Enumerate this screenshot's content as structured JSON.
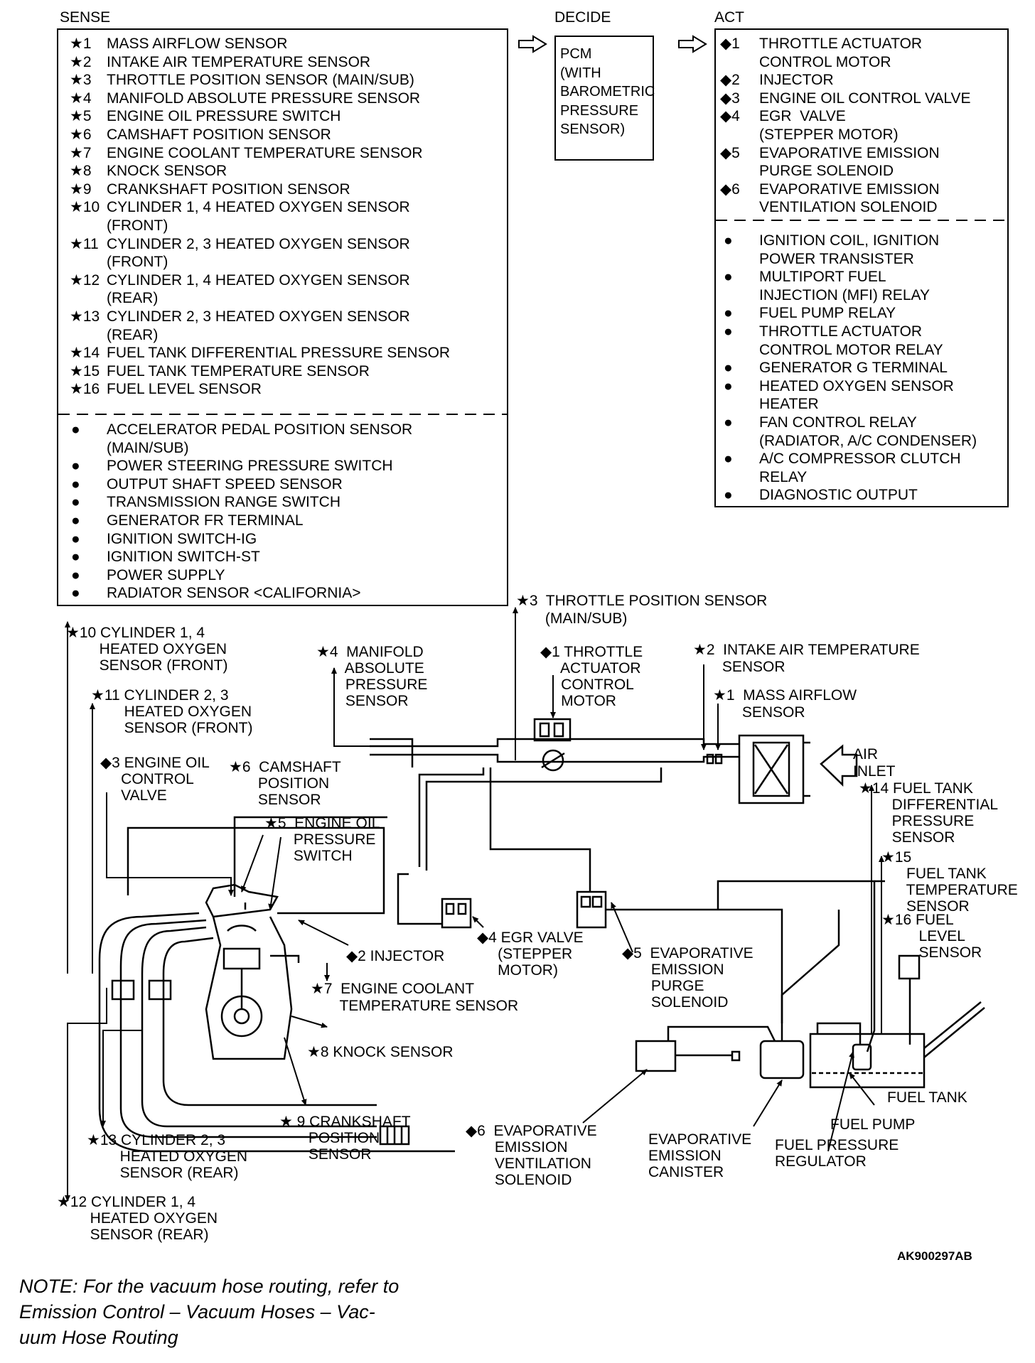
{
  "headers": {
    "sense": "SENSE",
    "decide": "DECIDE",
    "act": "ACT"
  },
  "sense_items": [
    {
      "mark": "★1",
      "text": "MASS AIRFLOW SENSOR"
    },
    {
      "mark": "★2",
      "text": "INTAKE AIR TEMPERATURE SENSOR"
    },
    {
      "mark": "★3",
      "text": "THROTTLE POSITION SENSOR (MAIN/SUB)"
    },
    {
      "mark": "★4",
      "text": "MANIFOLD ABSOLUTE PRESSURE SENSOR"
    },
    {
      "mark": "★5",
      "text": "ENGINE OIL PRESSURE SWITCH"
    },
    {
      "mark": "★6",
      "text": "CAMSHAFT POSITION SENSOR"
    },
    {
      "mark": "★7",
      "text": "ENGINE COOLANT TEMPERATURE SENSOR"
    },
    {
      "mark": "★8",
      "text": "KNOCK SENSOR"
    },
    {
      "mark": "★9",
      "text": "CRANKSHAFT POSITION SENSOR"
    },
    {
      "mark": "★10",
      "text": "CYLINDER 1, 4 HEATED OXYGEN SENSOR\n(FRONT)"
    },
    {
      "mark": "★11",
      "text": "CYLINDER 2, 3 HEATED OXYGEN SENSOR\n(FRONT)"
    },
    {
      "mark": "★12",
      "text": "CYLINDER 1, 4 HEATED OXYGEN SENSOR\n(REAR)"
    },
    {
      "mark": "★13",
      "text": "CYLINDER 2, 3 HEATED OXYGEN SENSOR\n(REAR)"
    },
    {
      "mark": "★14",
      "text": "FUEL TANK DIFFERENTIAL PRESSURE SENSOR"
    },
    {
      "mark": "★15",
      "text": "FUEL TANK TEMPERATURE SENSOR"
    },
    {
      "mark": "★16",
      "text": "FUEL LEVEL SENSOR"
    }
  ],
  "sense_other": [
    {
      "mark": "●",
      "text": "ACCELERATOR PEDAL POSITION SENSOR\n(MAIN/SUB)"
    },
    {
      "mark": "●",
      "text": "POWER STEERING PRESSURE SWITCH"
    },
    {
      "mark": "●",
      "text": "OUTPUT SHAFT SPEED SENSOR"
    },
    {
      "mark": "●",
      "text": "TRANSMISSION RANGE SWITCH"
    },
    {
      "mark": "●",
      "text": "GENERATOR FR TERMINAL"
    },
    {
      "mark": "●",
      "text": "IGNITION SWITCH-IG"
    },
    {
      "mark": "●",
      "text": "IGNITION SWITCH-ST"
    },
    {
      "mark": "●",
      "text": "POWER SUPPLY"
    },
    {
      "mark": "●",
      "text": "RADIATOR SENSOR <CALIFORNIA>"
    }
  ],
  "decide_text": "PCM\n(WITH\nBAROMETRIC\nPRESSURE\nSENSOR)",
  "act_items": [
    {
      "mark": "◆1",
      "text": "THROTTLE ACTUATOR\nCONTROL MOTOR"
    },
    {
      "mark": "◆2",
      "text": "INJECTOR"
    },
    {
      "mark": "◆3",
      "text": "ENGINE OIL CONTROL VALVE"
    },
    {
      "mark": "◆4",
      "text": "EGR  VALVE\n(STEPPER MOTOR)"
    },
    {
      "mark": "◆5",
      "text": "EVAPORATIVE EMISSION\nPURGE SOLENOID"
    },
    {
      "mark": "◆6",
      "text": "EVAPORATIVE EMISSION\nVENTILATION SOLENOID"
    }
  ],
  "act_other": [
    {
      "mark": "●",
      "text": "IGNITION COIL, IGNITION\nPOWER TRANSISTER"
    },
    {
      "mark": "●",
      "text": "MULTIPORT FUEL\nINJECTION (MFI) RELAY"
    },
    {
      "mark": "●",
      "text": "FUEL PUMP RELAY"
    },
    {
      "mark": "●",
      "text": "THROTTLE ACTUATOR\nCONTROL MOTOR RELAY"
    },
    {
      "mark": "●",
      "text": "GENERATOR G TERMINAL"
    },
    {
      "mark": "●",
      "text": "HEATED OXYGEN SENSOR\nHEATER"
    },
    {
      "mark": "●",
      "text": "FAN CONTROL RELAY\n(RADIATOR, A/C CONDENSER)"
    },
    {
      "mark": "●",
      "text": "A/C COMPRESSOR CLUTCH\nRELAY"
    },
    {
      "mark": "●",
      "text": "DIAGNOSTIC OUTPUT"
    }
  ],
  "labels": {
    "tps": "★3  THROTTLE POSITION SENSOR\n       (MAIN/SUB)",
    "throttle_motor": "◆1 THROTTLE\n     ACTUATOR\n     CONTROL\n     MOTOR",
    "iat": "★2  INTAKE AIR TEMPERATURE\n       SENSOR",
    "maf": "★1  MASS AIRFLOW\n       SENSOR",
    "map": "★4  MANIFOLD\n       ABSOLUTE\n       PRESSURE\n       SENSOR",
    "air_inlet": "AIR\nINLET",
    "o2_10": "★10 CYLINDER 1, 4\n        HEATED OXYGEN\n        SENSOR (FRONT)",
    "o2_11": "★11 CYLINDER 2, 3\n        HEATED OXYGEN\n        SENSOR (FRONT)",
    "ocv": "◆3 ENGINE OIL\n     CONTROL\n     VALVE",
    "cmp": "★6  CAMSHAFT\n       POSITION\n       SENSOR",
    "oil_sw": "★5  ENGINE OIL\n       PRESSURE\n       SWITCH",
    "ftdp": "★14 FUEL TANK\n        DIFFERENTIAL\n        PRESSURE\n        SENSOR",
    "ftt": "★15\n      FUEL TANK\n      TEMPERATURE\n      SENSOR",
    "fls": "★16 FUEL\n         LEVEL\n         SENSOR",
    "egr": "◆4 EGR VALVE\n     (STEPPER\n     MOTOR)",
    "purge": "◆5  EVAPORATIVE\n       EMISSION\n       PURGE\n       SOLENOID",
    "injector": "◆2 INJECTOR",
    "ect": "★7  ENGINE COOLANT\n       TEMPERATURE SENSOR",
    "knock": "★8 KNOCK SENSOR",
    "ckp": "★ 9 CRANKSHAFT\n       POSITION\n       SENSOR",
    "vent": "◆6  EVAPORATIVE\n       EMISSION\n       VENTILATION\n       SOLENOID",
    "canister": "EVAPORATIVE\nEMISSION\nCANISTER",
    "fuel_tank": "FUEL TANK",
    "fuel_pump": "FUEL PUMP",
    "fpr": "FUEL PRESSURE\nREGULATOR",
    "o2_13": "★13 CYLINDER 2, 3\n        HEATED OXYGEN\n        SENSOR (REAR)",
    "o2_12": "★12 CYLINDER 1, 4\n        HEATED OXYGEN\n        SENSOR (REAR)"
  },
  "figure_code": "AK900297AB",
  "note": "NOTE: For the vacuum hose routing, refer to\nEmission Control – Vacuum Hoses – Vac-\nuum Hose Routing"
}
